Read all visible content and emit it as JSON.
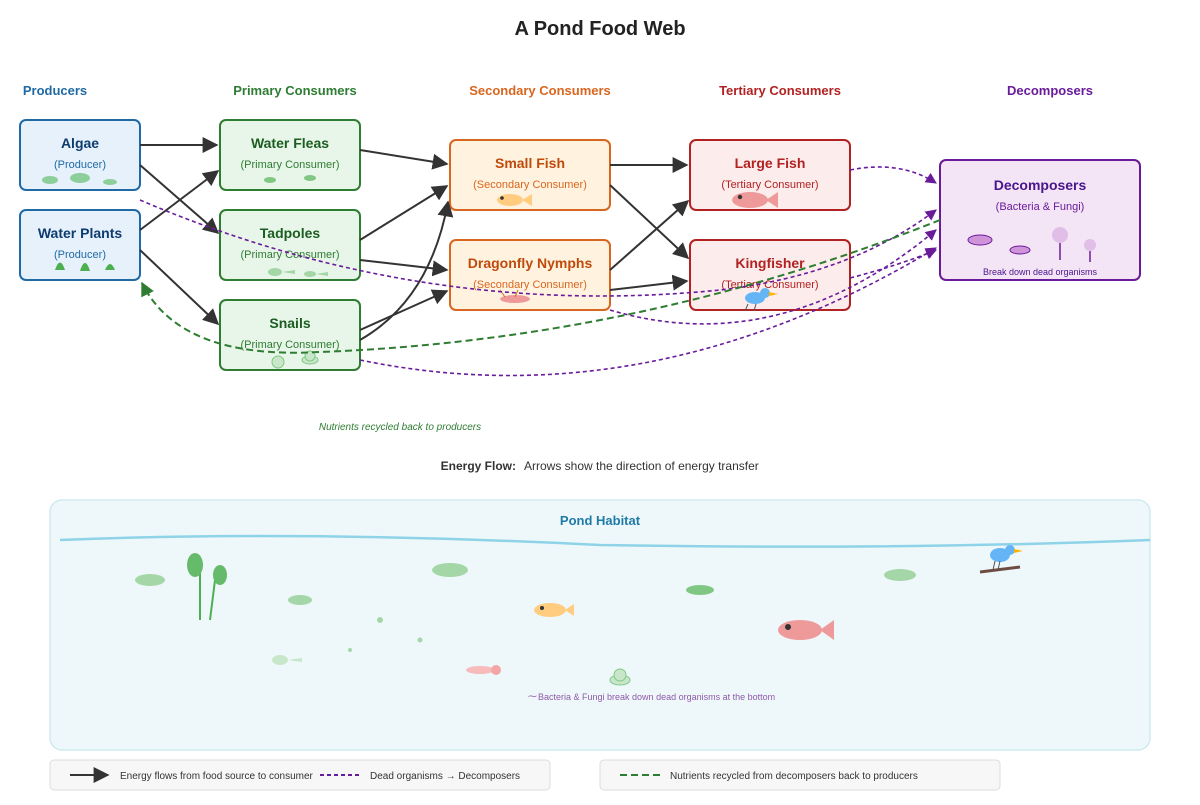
{
  "title": "A Pond Food Web",
  "columns": {
    "producers": "Producers",
    "primary": "Primary Consumers",
    "secondary": "Secondary Consumers",
    "tertiary": "Tertiary Consumers",
    "decomposers": "Decomposers"
  },
  "nodes": {
    "algae": {
      "name": "Algae",
      "role": "(Producer)"
    },
    "water_plants": {
      "name": "Water Plants",
      "role": "(Producer)"
    },
    "water_fleas": {
      "name": "Water Fleas",
      "role": "(Primary Consumer)"
    },
    "tadpoles": {
      "name": "Tadpoles",
      "role": "(Primary Consumer)"
    },
    "snails": {
      "name": "Snails",
      "role": "(Primary Consumer)"
    },
    "small_fish": {
      "name": "Small Fish",
      "role": "(Secondary Consumer)"
    },
    "dragonfly_nymphs": {
      "name": "Dragonfly Nymphs",
      "role": "(Secondary Consumer)"
    },
    "large_fish": {
      "name": "Large Fish",
      "role": "(Tertiary Consumer)"
    },
    "kingfisher": {
      "name": "Kingfisher",
      "role": "(Tertiary Consumer)"
    },
    "decomposers": {
      "name": "Decomposers",
      "role": "(Bacteria & Fungi)",
      "note": "Break down dead organisms"
    }
  },
  "nutrients_note": "Nutrients recycled back to producers",
  "energy_flow": {
    "label": "Energy Flow:",
    "text": "Arrows show the direction of energy transfer"
  },
  "habitat": {
    "title": "Pond Habitat",
    "caption": "Bacteria & Fungi break down dead organisms at the bottom"
  },
  "legend": {
    "energy": "Energy flows from food source to consumer",
    "dead": "Dead organisms → Decomposers",
    "nutrients": "Nutrients recycled from decomposers back to producers"
  },
  "colors": {
    "producer": "#1f6aa5",
    "primary": "#2e7d32",
    "secondary": "#d9661f",
    "tertiary": "#b22222",
    "decomposer": "#6a1b9a",
    "water": "#8fd3e8"
  }
}
